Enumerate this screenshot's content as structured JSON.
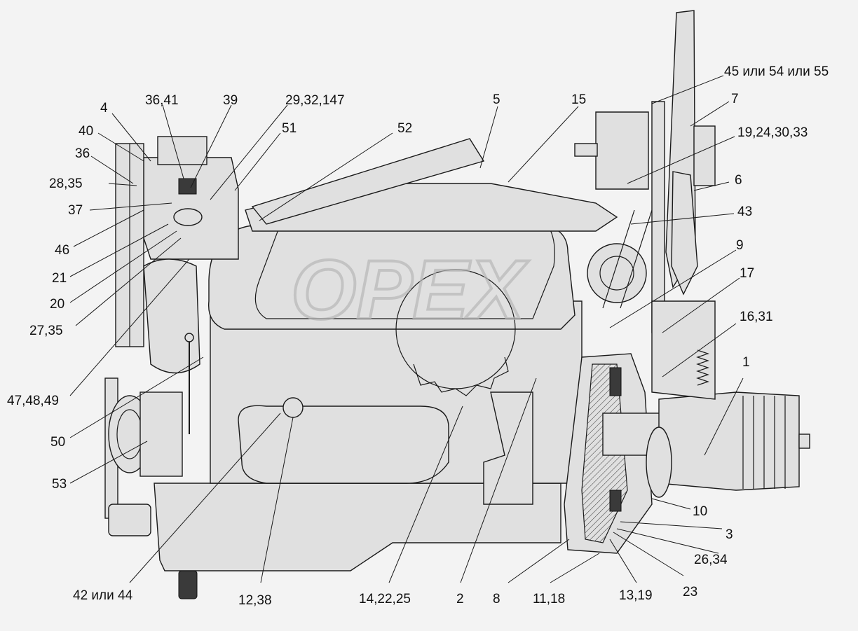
{
  "watermark": "OPEX",
  "callouts": [
    {
      "id": "c4",
      "text": "4"
    },
    {
      "id": "c36-41",
      "text": "36,41"
    },
    {
      "id": "c39",
      "text": "39"
    },
    {
      "id": "c29-32-147",
      "text": "29,32,147"
    },
    {
      "id": "c40",
      "text": "40"
    },
    {
      "id": "c51",
      "text": "51"
    },
    {
      "id": "c36",
      "text": "36"
    },
    {
      "id": "c52",
      "text": "52"
    },
    {
      "id": "c28-35",
      "text": "28,35"
    },
    {
      "id": "c37",
      "text": "37"
    },
    {
      "id": "c46",
      "text": "46"
    },
    {
      "id": "c21",
      "text": "21"
    },
    {
      "id": "c20",
      "text": "20"
    },
    {
      "id": "c27-35",
      "text": "27,35"
    },
    {
      "id": "c47-48-49",
      "text": "47,48,49"
    },
    {
      "id": "c50",
      "text": "50"
    },
    {
      "id": "c53",
      "text": "53"
    },
    {
      "id": "c42-44",
      "text": "42 или 44"
    },
    {
      "id": "c12-38",
      "text": "12,38"
    },
    {
      "id": "c14-22-25",
      "text": "14,22,25"
    },
    {
      "id": "c2",
      "text": "2"
    },
    {
      "id": "c8",
      "text": "8"
    },
    {
      "id": "c11-18",
      "text": "11,18"
    },
    {
      "id": "c13-19",
      "text": "13,19"
    },
    {
      "id": "c23",
      "text": "23"
    },
    {
      "id": "c26-34",
      "text": "26,34"
    },
    {
      "id": "c3",
      "text": "3"
    },
    {
      "id": "c10",
      "text": "10"
    },
    {
      "id": "c1",
      "text": "1"
    },
    {
      "id": "c16-31",
      "text": "16,31"
    },
    {
      "id": "c17",
      "text": "17"
    },
    {
      "id": "c9",
      "text": "9"
    },
    {
      "id": "c43",
      "text": "43"
    },
    {
      "id": "c6",
      "text": "6"
    },
    {
      "id": "c19-24-30-33",
      "text": "19,24,30,33"
    },
    {
      "id": "c7",
      "text": "7"
    },
    {
      "id": "c45-54-55",
      "text": "45 или 54 или 55"
    },
    {
      "id": "c5",
      "text": "5"
    },
    {
      "id": "c15",
      "text": "15"
    }
  ]
}
